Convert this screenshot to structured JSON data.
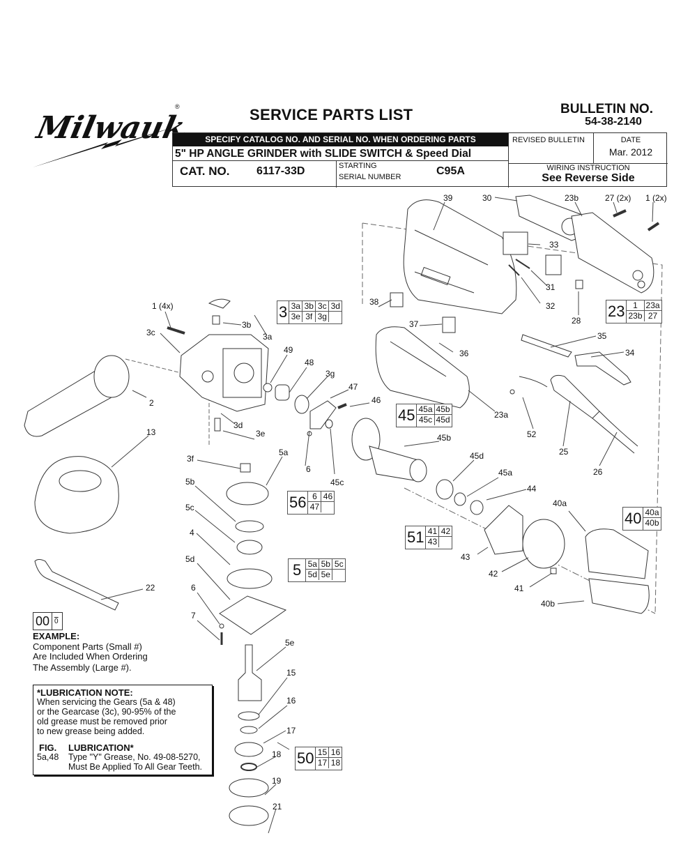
{
  "brand": {
    "name": "Milwaukee",
    "registered_mark": "®"
  },
  "header": {
    "title": "SERVICE PARTS LIST",
    "bulletin_label": "BULLETIN NO.",
    "bulletin_number": "54-38-2140",
    "order_instruction": "SPECIFY CATALOG NO. AND SERIAL NO. WHEN ORDERING PARTS",
    "product_name": "5\" HP ANGLE GRINDER with SLIDE SWITCH & Speed Dial",
    "cat_no_label": "CAT. NO.",
    "cat_no_value": "6117-33D",
    "starting_label_1": "STARTING",
    "starting_label_2": "SERIAL NUMBER",
    "serial_value": "C95A",
    "revised_bulletin_label": "REVISED BULLETIN",
    "revised_bulletin_value": "",
    "date_label": "DATE",
    "date_value": "Mar. 2012",
    "wiring_label": "WIRING INSTRUCTION",
    "wiring_value": "See Reverse Side"
  },
  "callouts": [
    "39",
    "30",
    "23b",
    "27 (2x)",
    "1 (2x)",
    "33",
    "31",
    "32",
    "28",
    "38",
    "37",
    "36",
    "35",
    "34",
    "23a",
    "52",
    "25",
    "26",
    "1 (4x)",
    "3b",
    "3a",
    "3c",
    "49",
    "48",
    "3g",
    "47",
    "46",
    "2",
    "3d",
    "3e",
    "13",
    "3f",
    "5a",
    "6",
    "45c",
    "45b",
    "45d",
    "45a",
    "44",
    "40a",
    "5b",
    "5c",
    "4",
    "5d",
    "43",
    "42",
    "41",
    "40b",
    "22",
    "6",
    "7",
    "5e",
    "15",
    "16",
    "17",
    "18",
    "19",
    "21"
  ],
  "assemblies": [
    {
      "id": "3",
      "components": [
        "3a",
        "3b",
        "3c",
        "3d",
        "3e",
        "3f",
        "3g",
        ""
      ]
    },
    {
      "id": "23",
      "components": [
        "1",
        "23a",
        "23b",
        "27"
      ]
    },
    {
      "id": "45",
      "components": [
        "45a",
        "45b",
        "45c",
        "45d"
      ]
    },
    {
      "id": "56",
      "components": [
        "6",
        "46",
        "47",
        ""
      ]
    },
    {
      "id": "51",
      "components": [
        "41",
        "42",
        "43",
        ""
      ]
    },
    {
      "id": "40",
      "components": [
        "40a",
        "40b"
      ]
    },
    {
      "id": "5",
      "components": [
        "5a",
        "5b",
        "5c",
        "5d",
        "5e",
        ""
      ]
    },
    {
      "id": "50",
      "components": [
        "15",
        "16",
        "17",
        "18"
      ]
    }
  ],
  "example": {
    "big": "00",
    "small": "0",
    "title": "EXAMPLE:",
    "lines": [
      "Component Parts (Small #)",
      "Are Included When Ordering",
      "The Assembly (Large #)."
    ]
  },
  "lubrication": {
    "title": "*LUBRICATION NOTE:",
    "lines": [
      "When servicing the Gears (5a & 48)",
      "or the Gearcase (3c), 90-95% of the",
      "old grease must be removed prior",
      "to new grease being added."
    ],
    "fig_header": "FIG.",
    "lube_header": "LUBRICATION*",
    "fig_value": "5a,48",
    "lube_line_1": "Type \"Y\" Grease, No. 49-08-5270,",
    "lube_line_2": "Must Be Applied To All Gear Teeth."
  }
}
